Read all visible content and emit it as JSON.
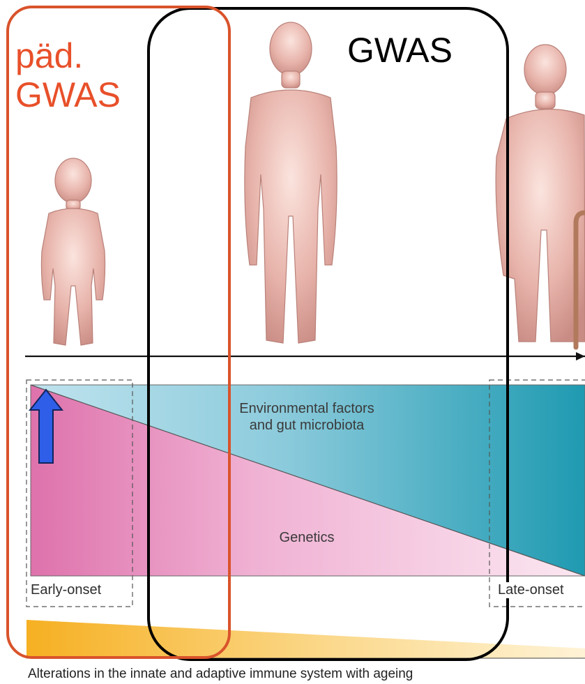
{
  "labels": {
    "pediatric_gwas": [
      "päd.",
      "GWAS"
    ],
    "gwas": "GWAS",
    "environmental": [
      "Environmental factors",
      "and gut microbiota"
    ],
    "genetics": "Genetics",
    "early_onset": "Early-onset",
    "late_onset": "Late-onset",
    "caption": "Alterations in the innate and adaptive immune system with ageing"
  },
  "colors": {
    "pediatric_frame": "#d9532b",
    "gwas_frame": "#000000",
    "genetics_fill": "#e07bb2",
    "environment_fill": "#2aa0b5",
    "immune_fill": "#f5b62b",
    "arrow_blue": "#2f5ee8",
    "body_skin": "#e2a99f"
  },
  "icons": [
    "child-figure",
    "adult-figure",
    "elderly-figure",
    "walking-cane-icon",
    "up-arrow-icon"
  ]
}
